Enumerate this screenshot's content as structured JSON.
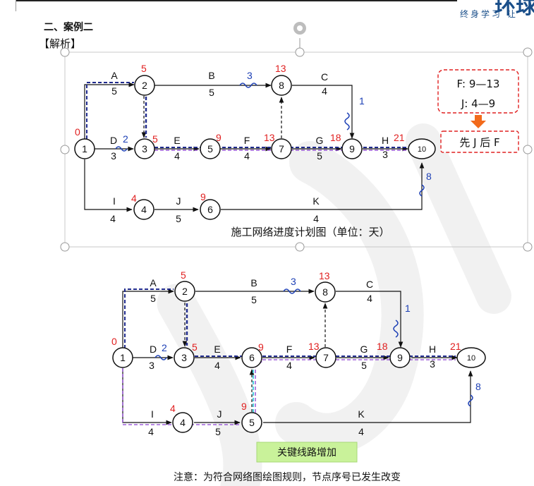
{
  "header": {
    "brand_logo": "环球",
    "brand_slogan": "终身学习 让",
    "section_title": "二、案例二",
    "analysis_label": "【解析】"
  },
  "diagram1": {
    "caption": "施工网络进度计划图（单位：天）",
    "side_box_line1": "F:  9—13",
    "side_box_line2": "J:  4—9",
    "side_action": "先 J 后 F",
    "nodes": [
      "1",
      "2",
      "3",
      "5",
      "7",
      "9",
      "10",
      "8",
      "4",
      "6"
    ],
    "activities": [
      {
        "name": "A",
        "duration": "5"
      },
      {
        "name": "B",
        "duration": "5"
      },
      {
        "name": "C",
        "duration": "4"
      },
      {
        "name": "D",
        "duration": "3"
      },
      {
        "name": "E",
        "duration": "4"
      },
      {
        "name": "F",
        "duration": "4"
      },
      {
        "name": "G",
        "duration": "5"
      },
      {
        "name": "H",
        "duration": "3"
      },
      {
        "name": "I",
        "duration": "4"
      },
      {
        "name": "J",
        "duration": "5"
      },
      {
        "name": "K",
        "duration": "4"
      }
    ],
    "early_times": [
      "0",
      "5",
      "5",
      "9",
      "13",
      "18",
      "21",
      "13",
      "4",
      "9"
    ],
    "free_floats": [
      "3",
      "2",
      "1",
      "8"
    ]
  },
  "diagram2": {
    "nodes": [
      "1",
      "2",
      "3",
      "6",
      "7",
      "9",
      "10",
      "8",
      "4",
      "5"
    ],
    "activities": [
      {
        "name": "A",
        "duration": "5"
      },
      {
        "name": "B",
        "duration": "5"
      },
      {
        "name": "C",
        "duration": "4"
      },
      {
        "name": "D",
        "duration": "3"
      },
      {
        "name": "E",
        "duration": "4"
      },
      {
        "name": "F",
        "duration": "4"
      },
      {
        "name": "G",
        "duration": "5"
      },
      {
        "name": "H",
        "duration": "3"
      },
      {
        "name": "I",
        "duration": "4"
      },
      {
        "name": "J",
        "duration": "5"
      },
      {
        "name": "K",
        "duration": "4"
      }
    ],
    "early_times": [
      "0",
      "5",
      "5",
      "9",
      "13",
      "18",
      "21",
      "13",
      "4",
      "9"
    ],
    "free_floats": [
      "3",
      "2",
      "1",
      "8"
    ],
    "highlight_label": "关键线路增加",
    "note": "注意：为符合网络图绘图规则，节点序号已发生改变"
  },
  "colors": {
    "time_red": "#e02020",
    "float_blue": "#1c3fb5",
    "critical_navy": "#1f2a8c",
    "critical_purple": "#8a3fd0",
    "added_cyan": "#4fd0e0",
    "highlight_green": "#c9f29a",
    "box_border_red": "#e02020",
    "arrow_orange": "#f26a1b"
  }
}
